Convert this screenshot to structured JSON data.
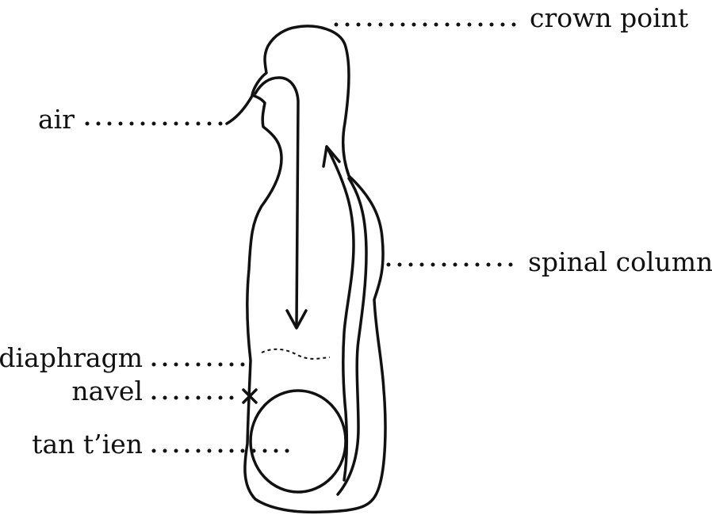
{
  "labels": {
    "crown_point": "crown point",
    "air": "air",
    "spinal_column": "spinal column",
    "diaphragm": "diaphragm",
    "navel": "navel",
    "tan_tien": "tan t’ien"
  },
  "colors": {
    "ink": "#111111",
    "background": "#ffffff"
  }
}
